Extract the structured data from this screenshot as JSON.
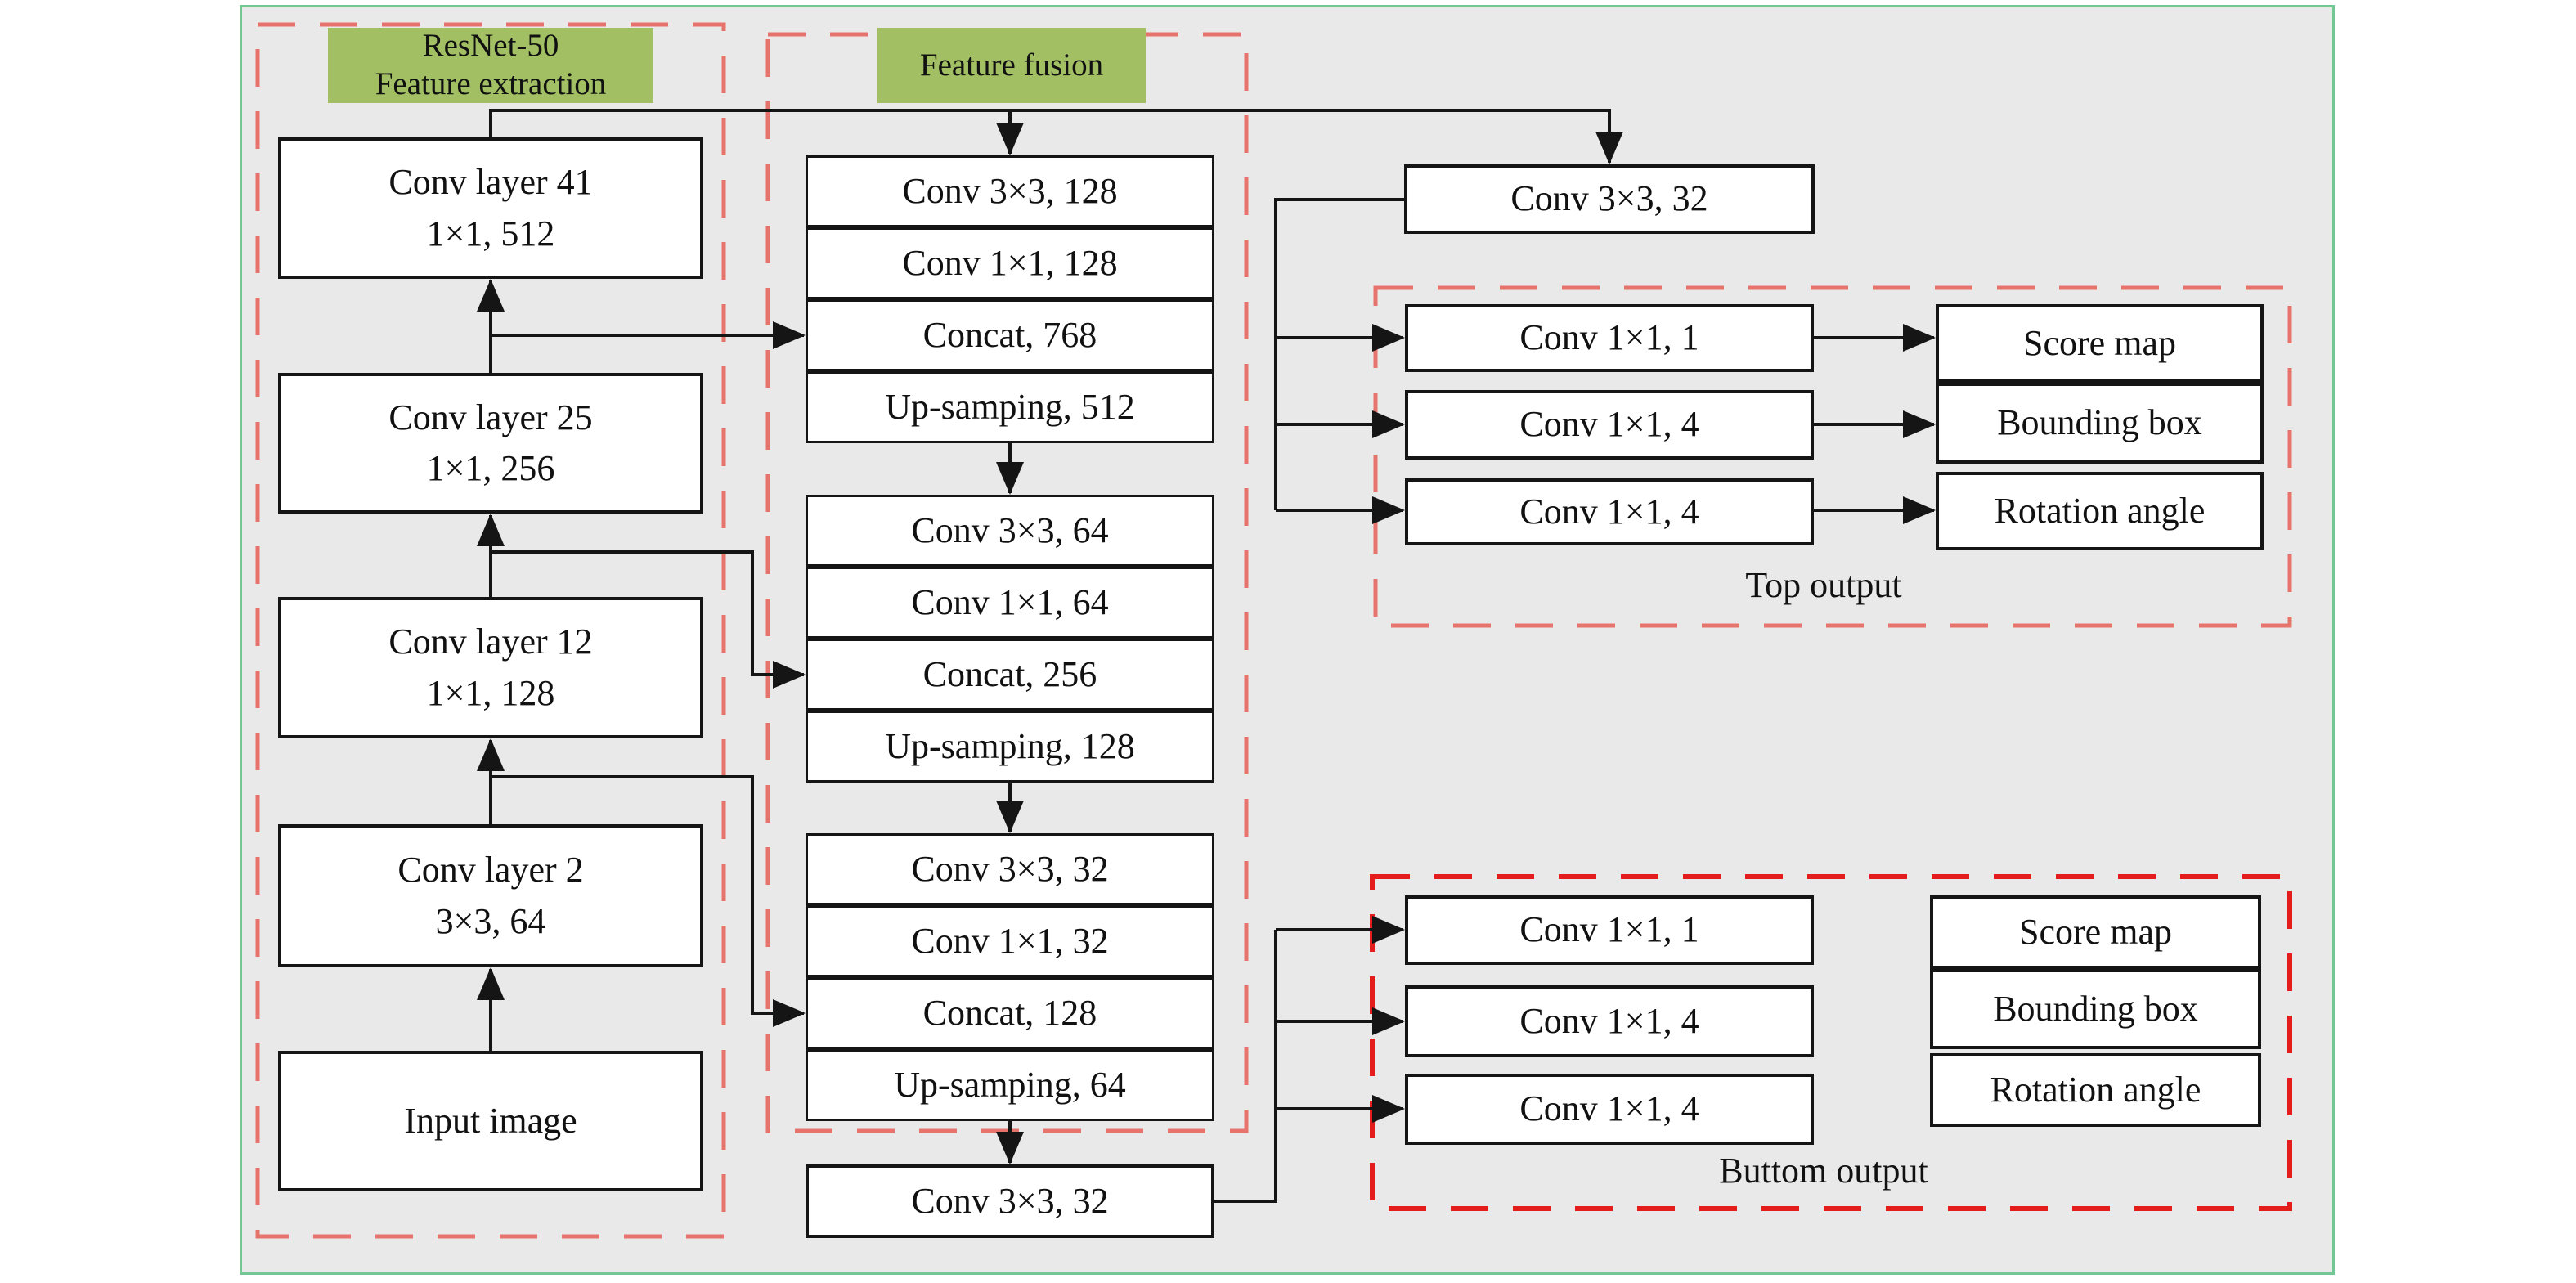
{
  "colors": {
    "canvas_bg": "#ffffff",
    "panel_bg": "#e9e9e9",
    "panel_border_green": "#72c795",
    "label_chip_green": "#a2c063",
    "box_border": "#151515",
    "dashed_salmon": "#e6736c",
    "dashed_red": "#e51c1c",
    "text": "#111111"
  },
  "feature_extraction": {
    "label": [
      "ResNet-50",
      "Feature extraction"
    ],
    "layers": [
      {
        "line1": "Conv layer 41",
        "line2": "1×1, 512"
      },
      {
        "line1": "Conv layer 25",
        "line2": "1×1, 256"
      },
      {
        "line1": "Conv layer 12",
        "line2": "1×1, 128"
      },
      {
        "line1": "Conv layer 2",
        "line2": "3×3, 64"
      }
    ],
    "input": "Input image"
  },
  "feature_fusion": {
    "label": "Feature fusion",
    "blocks": [
      [
        "Conv 3×3, 128",
        "Conv 1×1, 128",
        "Concat, 768",
        "Up-samping, 512"
      ],
      [
        "Conv 3×3, 64",
        "Conv 1×1, 64",
        "Concat, 256",
        "Up-samping, 128"
      ],
      [
        "Conv 3×3, 32",
        "Conv 1×1, 32",
        "Concat, 128",
        "Up-samping, 64"
      ]
    ],
    "final_conv": "Conv 3×3, 32"
  },
  "top_output": {
    "pre_conv": "Conv 3×3, 32",
    "convs": [
      "Conv 1×1, 1",
      "Conv 1×1, 4",
      "Conv 1×1, 4"
    ],
    "maps": [
      "Score map",
      "Bounding box",
      "Rotation angle"
    ],
    "label": "Top output"
  },
  "bottom_output": {
    "convs": [
      "Conv 1×1, 1",
      "Conv 1×1, 4",
      "Conv 1×1, 4"
    ],
    "maps": [
      "Score map",
      "Bounding box",
      "Rotation angle"
    ],
    "label": "Buttom output"
  }
}
